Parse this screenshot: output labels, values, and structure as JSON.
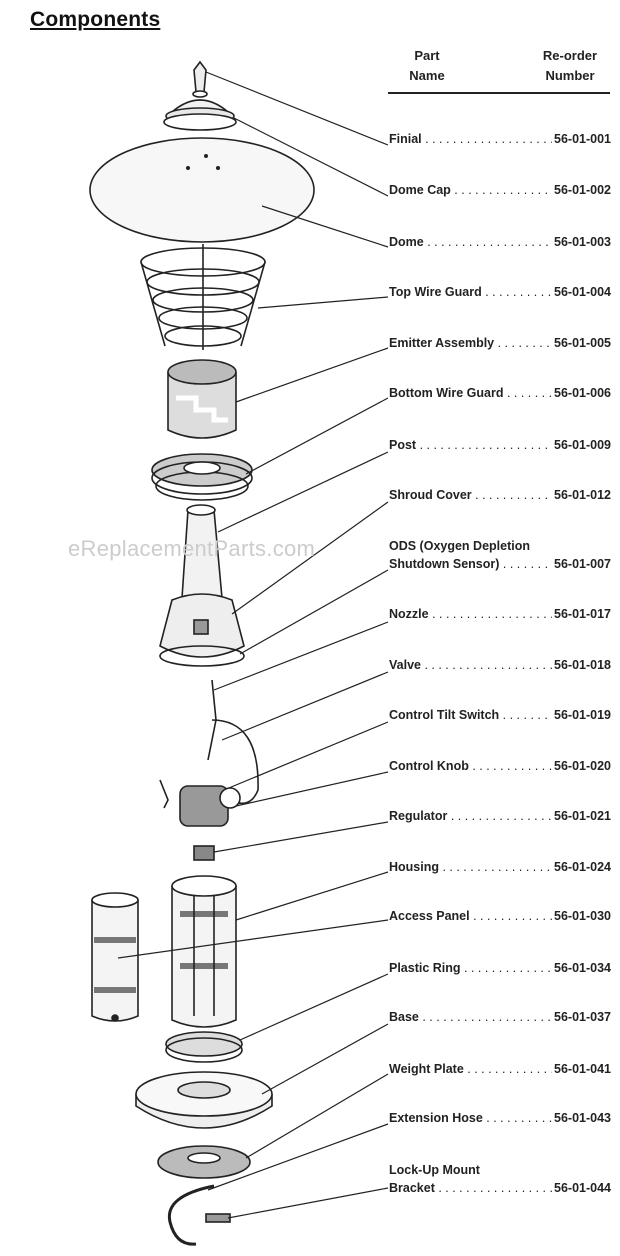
{
  "title": "Components",
  "headers": {
    "part_name": [
      "Part",
      "Name"
    ],
    "reorder_number": [
      "Re-order",
      "Number"
    ]
  },
  "parts": [
    {
      "name": "Finial",
      "number": "56-01-001"
    },
    {
      "name": "Dome Cap",
      "number": "56-01-002"
    },
    {
      "name": "Dome",
      "number": "56-01-003"
    },
    {
      "name": "Top Wire Guard",
      "number": "56-01-004"
    },
    {
      "name": "Emitter Assembly",
      "number": "56-01-005"
    },
    {
      "name": "Bottom Wire Guard",
      "number": "56-01-006"
    },
    {
      "name": "Post",
      "number": "56-01-009"
    },
    {
      "name": "Shroud Cover",
      "number": "56-01-012"
    },
    {
      "name": "ODS (Oxygen Depletion",
      "name2": "Shutdown Sensor)",
      "number": "56-01-007"
    },
    {
      "name": "Nozzle",
      "number": "56-01-017"
    },
    {
      "name": "Valve",
      "number": "56-01-018"
    },
    {
      "name": "Control Tilt Switch",
      "number": "56-01-019"
    },
    {
      "name": "Control Knob",
      "number": "56-01-020"
    },
    {
      "name": "Regulator",
      "number": "56-01-021"
    },
    {
      "name": "Housing",
      "number": "56-01-024"
    },
    {
      "name": "Access Panel",
      "number": "56-01-030"
    },
    {
      "name": "Plastic Ring",
      "number": "56-01-034"
    },
    {
      "name": "Base",
      "number": "56-01-037"
    },
    {
      "name": "Weight Plate",
      "number": "56-01-041"
    },
    {
      "name": "Extension Hose",
      "number": "56-01-043"
    },
    {
      "name": "Lock-Up Mount",
      "name2": "Bracket",
      "number": "56-01-044"
    }
  ],
  "watermark": "eReplacementParts.com"
}
